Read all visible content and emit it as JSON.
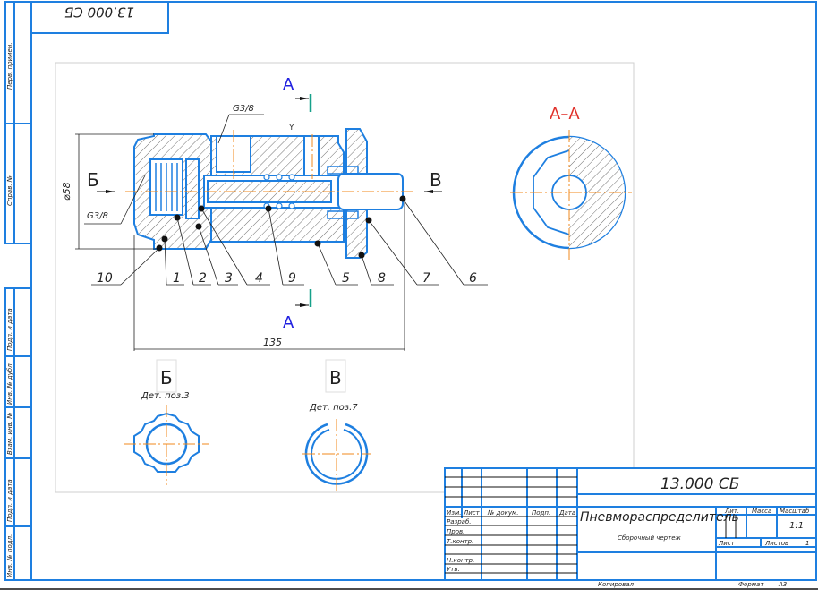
{
  "drawing": {
    "designation_rotated": "13.000 СБ",
    "designation": "13.000 СБ",
    "title": "Пневмораспределитель",
    "subtitle": "Сборочный чертеж",
    "scale": "1:1",
    "sheet_label": "Лист",
    "sheets_label": "Листов",
    "sheets_count": "1",
    "copied_label": "Копировал",
    "format_label": "Формат",
    "format_value": "А3"
  },
  "side_strip": {
    "labels": [
      "Перв. примен.",
      "Справ. №",
      "Подп. и дата",
      "Инв. № дубл.",
      "Взам. инв. №",
      "Подп. и дата",
      "Инв. № подл."
    ]
  },
  "title_block": {
    "col_headers": [
      "Изм.",
      "Лист",
      "№ докум.",
      "Подп.",
      "Дата"
    ],
    "row_labels": [
      "Разраб.",
      "Пров.",
      "Т.контр.",
      "",
      "Н.контр.",
      "Утв."
    ],
    "lit_label": "Лит.",
    "mass_label": "Масса",
    "scale_label": "Масштаб"
  },
  "annotations": {
    "section_mark": "А",
    "section_view_title": "А–А",
    "view_b": "Б",
    "view_v": "В",
    "view_b_caption": "Дет. поз.3",
    "view_v_caption": "Дет. поз.7",
    "diameter": "⌀58",
    "length": "135",
    "thread_top": "G3/8",
    "thread_left": "G3/8",
    "y_mark": "Y"
  },
  "callouts": [
    "10",
    "1",
    "2",
    "3",
    "4",
    "9",
    "5",
    "8",
    "7",
    "6"
  ],
  "colors": {
    "frame": "#1e7fe0",
    "contour": "#1e7fe0",
    "axis": "#f08a1c",
    "section_label": "#e0302a",
    "section_mark": "#2020e0",
    "cut_line": "#16a08a"
  }
}
